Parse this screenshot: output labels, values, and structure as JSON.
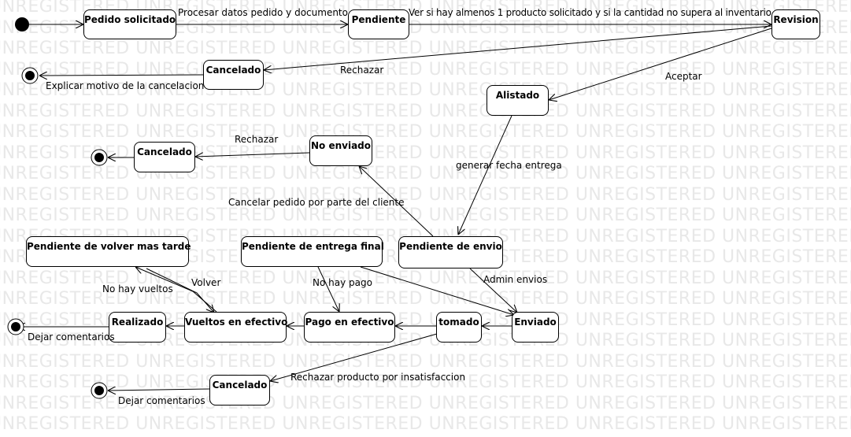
{
  "watermark": "UNREGISTERED",
  "states": {
    "pedido_solicitado": "Pedido solicitado",
    "pendiente": "Pendiente",
    "revision": "Revision",
    "cancelado_1": "Cancelado",
    "alistado": "Alistado",
    "no_enviado": "No enviado",
    "cancelado_2": "Cancelado",
    "pendiente_volver": "Pendiente de volver mas tarde",
    "pendiente_entrega_final": "Pendiente de entrega final",
    "pendiente_envio": "Pendiente de envio",
    "realizado": "Realizado",
    "vueltos_efectivo": "Vueltos en efectivo",
    "pago_efectivo": "Pago en efectivo",
    "tomado": "tomado",
    "enviado": "Enviado",
    "cancelado_3": "Cancelado"
  },
  "transitions": {
    "procesar": "Procesar  datos pedido y documento",
    "ver_si_hay": "Ver si hay almenos 1 producto solicitado y si la cantidad no supera al inventario",
    "rechazar_1": "Rechazar",
    "aceptar": "Aceptar",
    "explicar": "Explicar motivo de la cancelacion",
    "rechazar_2": "Rechazar",
    "generar_fecha": "generar fecha entrega",
    "cancelar_cliente": "Cancelar pedido por parte del cliente",
    "admin_envios": "Admin envios",
    "no_hay_pago": "No hay pago",
    "volver": "Volver",
    "no_hay_vueltos": "No hay vueltos",
    "dejar_comentarios_1": "Dejar comentarios",
    "rechazar_insatisfaccion": "Rechazar producto por insatisfaccion",
    "dejar_comentarios_2": "Dejar comentarios"
  }
}
